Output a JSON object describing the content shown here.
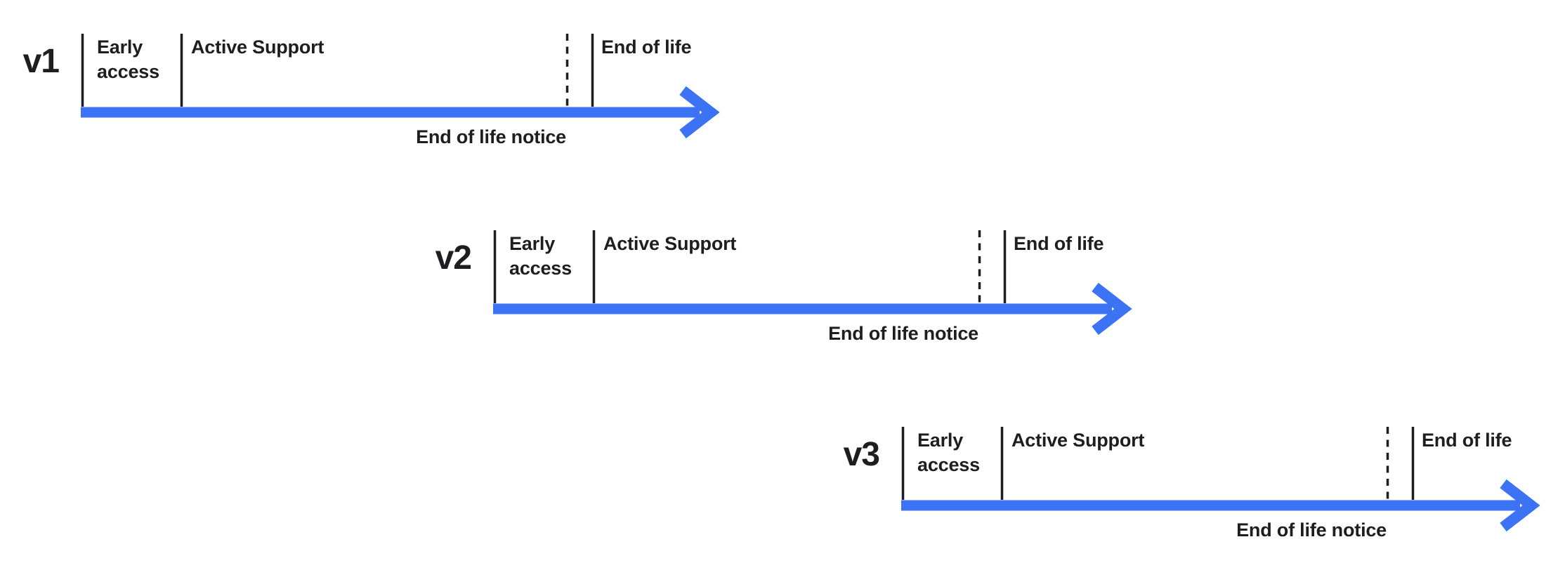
{
  "colors": {
    "accent_blue": "#3C73F5",
    "ink": "#1E1E22",
    "background": "#FFFFFF"
  },
  "timelines": [
    {
      "version": "v1",
      "phase_early_access": "Early access",
      "phase_active_support": "Active Support",
      "phase_end_of_life": "End of life",
      "notice_label": "End of life notice"
    },
    {
      "version": "v2",
      "phase_early_access": "Early access",
      "phase_active_support": "Active Support",
      "phase_end_of_life": "End of life",
      "notice_label": "End of life notice"
    },
    {
      "version": "v3",
      "phase_early_access": "Early access",
      "phase_active_support": "Active Support",
      "phase_end_of_life": "End of life",
      "notice_label": "End of life notice"
    }
  ]
}
